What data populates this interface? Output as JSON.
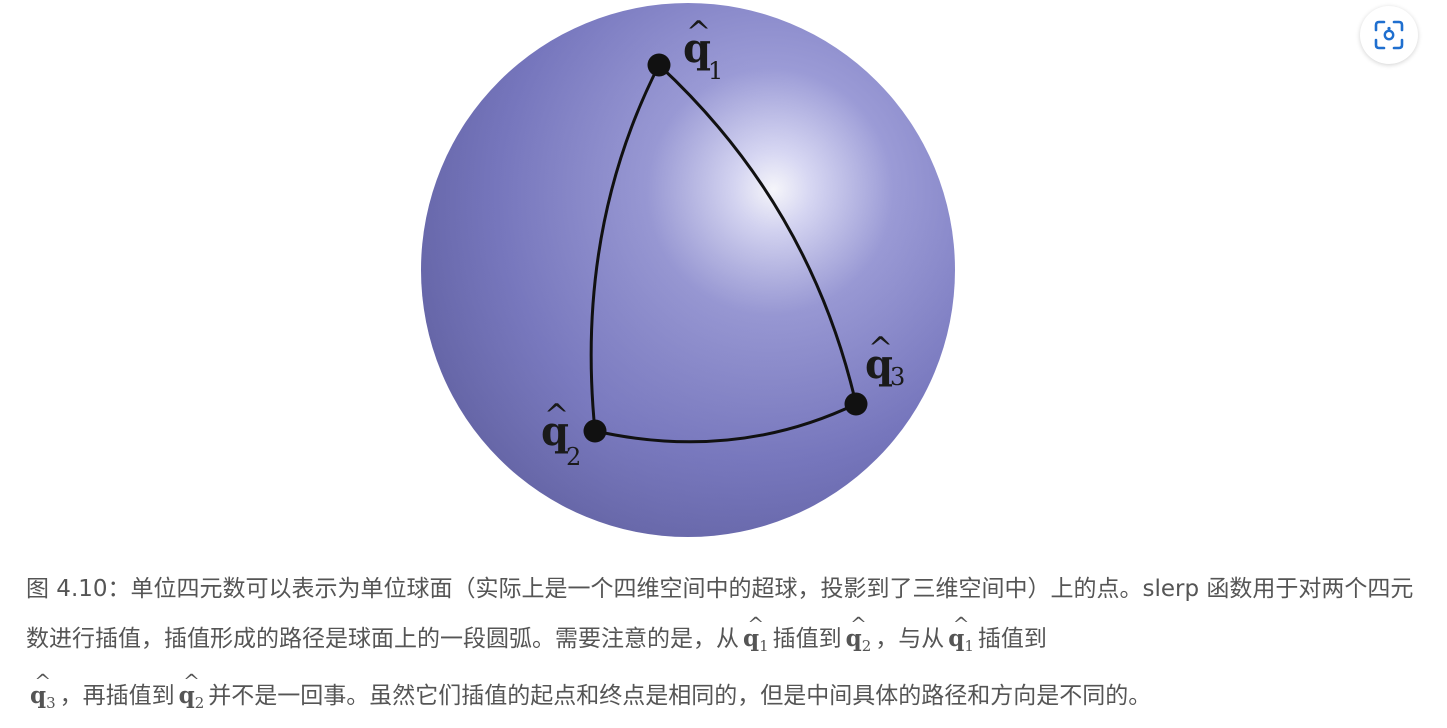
{
  "diagram": {
    "sphere_colors": {
      "light": "#c7c6ef",
      "mid": "#8383c6",
      "dark": "#6d6db0",
      "rim": "#5a5a96"
    },
    "points": [
      {
        "name": "q1",
        "base": "q",
        "hat": "^",
        "sub": "1"
      },
      {
        "name": "q2",
        "base": "q",
        "hat": "^",
        "sub": "2"
      },
      {
        "name": "q3",
        "base": "q",
        "hat": "^",
        "sub": "3"
      }
    ]
  },
  "toolbar": {
    "lens_icon": "visual-search-icon",
    "accent": "#1f6fcf"
  },
  "caption": {
    "part1": "图 4.10：单位四元数可以表示为单位球面（实际上是一个四维空间中的超球，投影到了三维空间中）上的点。slerp 函数用于对两个四元数进行插值，插值形成的路径是球面上的一段圆弧。需要注意的是，从",
    "part2": "插值到",
    "part3": "，与从",
    "part4": "插值到",
    "part5": "，再插值到",
    "part6": "并不是一回事。虽然它们插值的起点和终点是相同的，但是中间具体的路径和方向是不同的。",
    "math_base": "q",
    "math_hat": "^",
    "sub1": "1",
    "sub2": "2",
    "sub3": "3"
  }
}
